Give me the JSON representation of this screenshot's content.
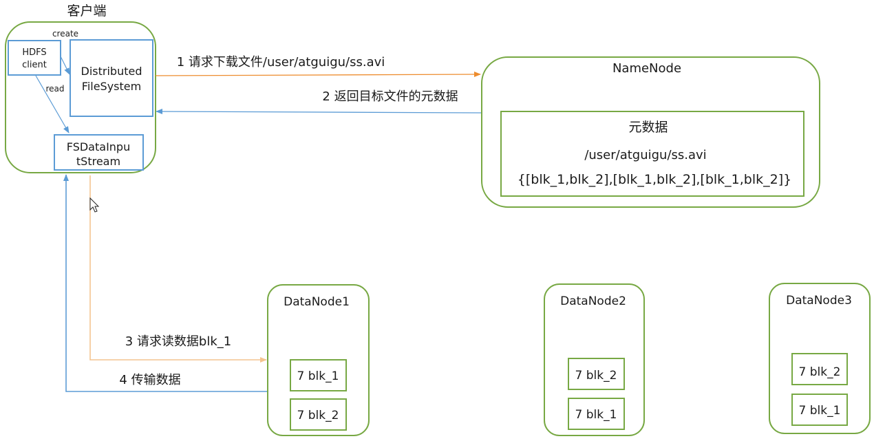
{
  "colors": {
    "green_border": "#77a843",
    "blue_border": "#5b9bd5",
    "orange_arrow": "#ed8c2e",
    "light_orange_arrow": "#f4c48f",
    "blue_arrow": "#5b9bd5",
    "text": "#1a1a1a"
  },
  "client": {
    "title": "客户端",
    "hdfs_client": [
      "HDFS",
      "client"
    ],
    "create_label": "create",
    "read_label": "read",
    "dfs": [
      "Distributed",
      "FileSystem"
    ],
    "fsdis": [
      "FSDataInpu",
      "tStream"
    ]
  },
  "namenode": {
    "title": "NameNode",
    "metadata_title": "元数据",
    "path": "/user/atguigu/ss.avi",
    "blocks": "{[blk_1,blk_2],[blk_1,blk_2],[blk_1,blk_2]}"
  },
  "arrows": {
    "step1": "1 请求下载文件/user/atguigu/ss.avi",
    "step2": "2 返回目标文件的元数据",
    "step3": "3 请求读数据blk_1",
    "step4": "4 传输数据"
  },
  "datanodes": [
    {
      "title": "DataNode1",
      "blocks": [
        "7 blk_1",
        "7 blk_2"
      ]
    },
    {
      "title": "DataNode2",
      "blocks": [
        "7 blk_2",
        "7 blk_1"
      ]
    },
    {
      "title": "DataNode3",
      "blocks": [
        "7 blk_2",
        "7 blk_1"
      ]
    }
  ]
}
